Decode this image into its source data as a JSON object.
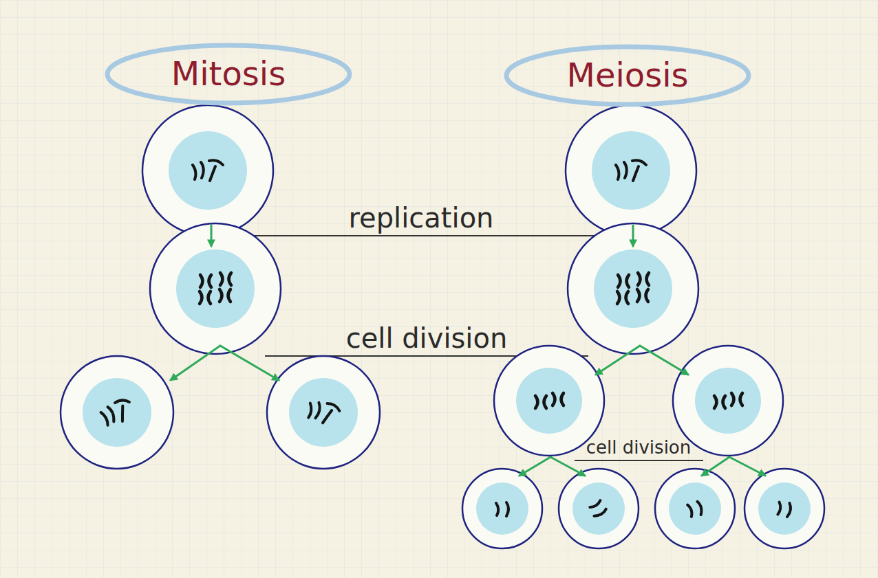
{
  "diagram": {
    "nodes": [
      {
        "text": [
          "Mitosis"
        ]
      },
      {
        "text": [
          "Meiosis"
        ]
      }
    ],
    "labels": [
      "replication",
      "cell division",
      "cell division"
    ]
  }
}
